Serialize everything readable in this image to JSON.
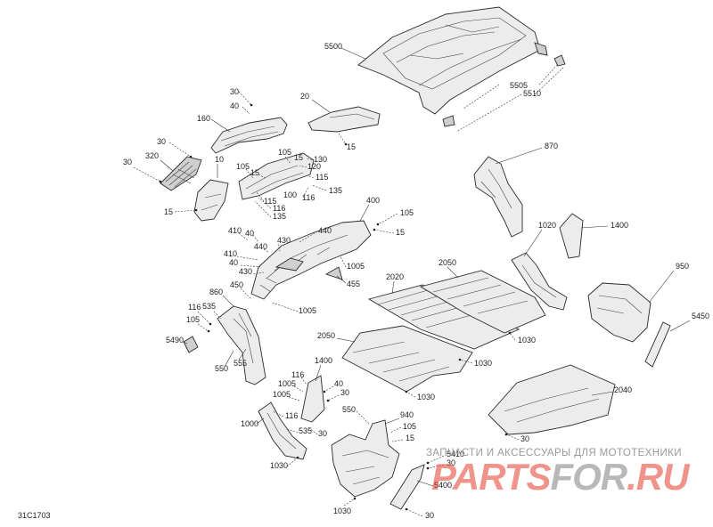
{
  "diagram_code": "31C1703",
  "callouts": [
    "5500",
    "5505",
    "5510",
    "30",
    "40",
    "160",
    "20",
    "15",
    "30",
    "320",
    "30",
    "10",
    "105",
    "15",
    "105",
    "15",
    "130",
    "120",
    "115",
    "116",
    "135",
    "100",
    "115",
    "116",
    "135",
    "15",
    "870",
    "410",
    "40",
    "440",
    "430",
    "400",
    "440",
    "105",
    "15",
    "1005",
    "410",
    "40",
    "430",
    "450",
    "455",
    "1005",
    "860",
    "116",
    "535",
    "105",
    "5490",
    "550",
    "555",
    "1020",
    "1400",
    "950",
    "5450",
    "2050",
    "2020",
    "1030",
    "2050",
    "1030",
    "1030",
    "1400",
    "116",
    "1005",
    "1005",
    "40",
    "30",
    "116",
    "1000",
    "30",
    "535",
    "1030",
    "550",
    "940",
    "105",
    "15",
    "5410",
    "30",
    "5400",
    "1030",
    "30",
    "2040",
    "30"
  ],
  "watermark": {
    "subtitle": "ЗАПЧАСТИ И АКСЕССУАРЫ ДЛЯ МОТОТЕХНИКИ",
    "brand_part1": "PARTS",
    "brand_part2": "FOR",
    "brand_part3": ".RU"
  }
}
